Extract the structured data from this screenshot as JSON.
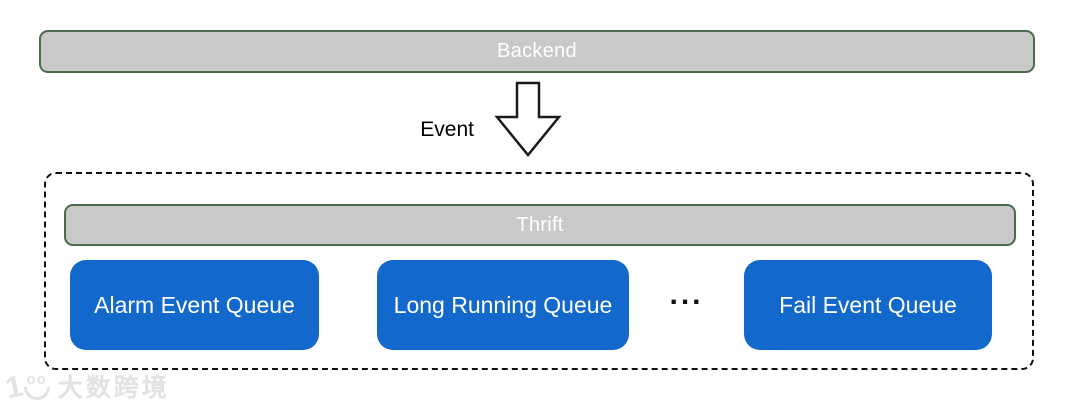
{
  "diagram": {
    "backend": {
      "label": "Backend"
    },
    "event": {
      "label": "Event"
    },
    "thrift": {
      "label": "Thrift"
    },
    "queues": [
      {
        "label": "Alarm Event Queue"
      },
      {
        "label": "Long Running Queue"
      },
      {
        "label": "Fail Event Queue"
      }
    ],
    "ellipsis": "...",
    "colors": {
      "bar_fill": "#c9c9c9",
      "bar_border": "#4a6b4c",
      "bar_text": "#ffffff",
      "queue_fill": "#1268cb",
      "queue_text": "#ffffff",
      "dashed_border": "#111111",
      "arrow_stroke": "#1a1a1a",
      "arrow_fill": "#ffffff",
      "event_text": "#000000",
      "watermark": "#e2e2e2"
    }
  },
  "watermark": {
    "logo_one": "1",
    "logo_oo": "oo",
    "text": "大数跨境"
  }
}
